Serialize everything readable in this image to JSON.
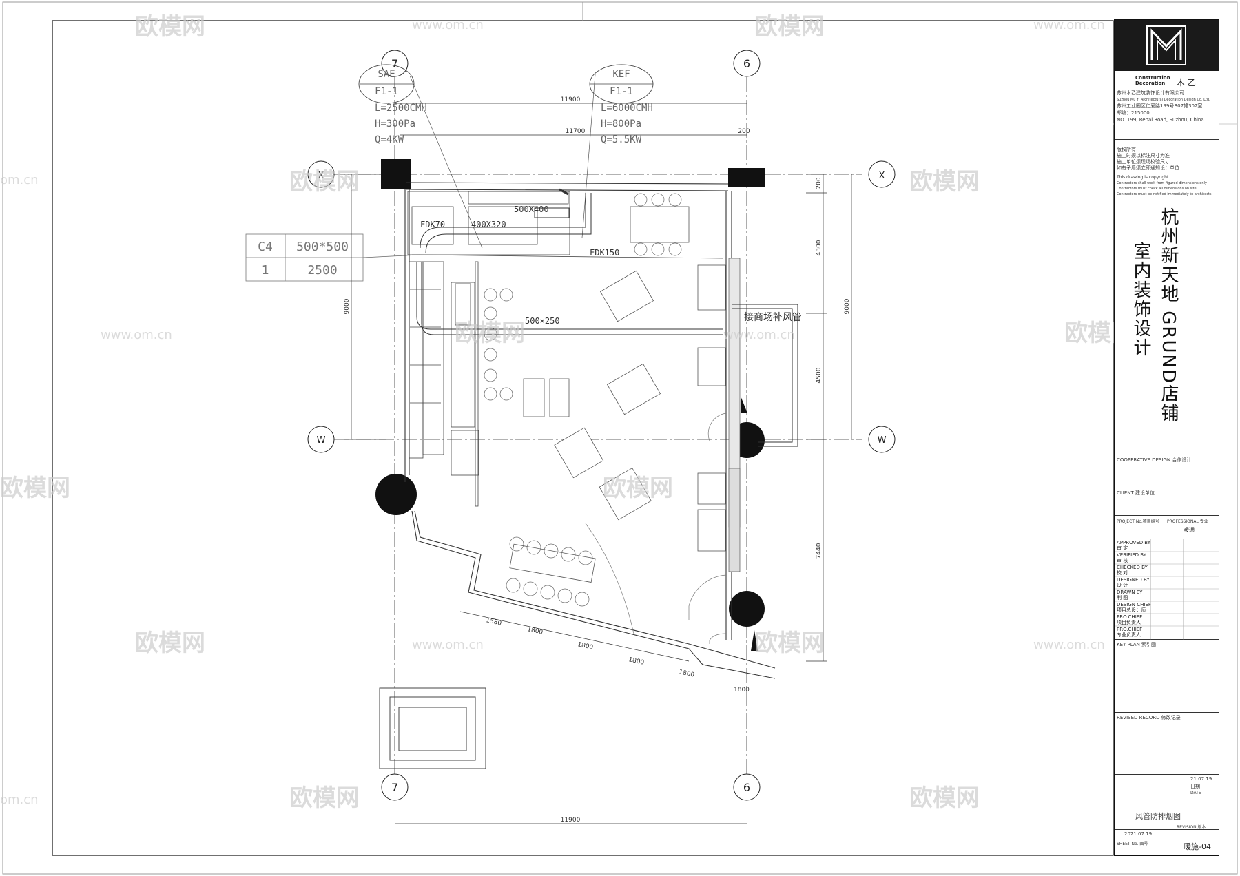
{
  "drawing": {
    "grid_labels": [
      "7",
      "6",
      "X",
      "W"
    ],
    "equipment": {
      "sae": {
        "tag": "SAE",
        "id": "F1-1",
        "flow": "L=2500CMH",
        "pressure": "H=300Pa",
        "power": "Q=4KW"
      },
      "kef": {
        "tag": "KEF",
        "id": "F1-1",
        "flow": "L=6000CMH",
        "pressure": "H=800Pa",
        "power": "Q=5.5KW"
      }
    },
    "legend_table": {
      "rows": [
        [
          "C4",
          "500*500"
        ],
        [
          "1",
          "2500"
        ]
      ]
    },
    "dimensions": {
      "top_11900": "11900",
      "top_11700": "11700",
      "top_200": "200",
      "left_9000": "9000",
      "right_9000": "9000",
      "right_200": "200",
      "right_4300": "4300",
      "right_4500": "4500",
      "right_7440": "7440",
      "bottom_11900": "11900",
      "diag_1": "1580",
      "diag_2": "1800",
      "diag_3": "1800",
      "diag_4": "1800",
      "diag_5": "1800",
      "diag_6": "1800"
    },
    "duct_labels": {
      "d1": "500X400",
      "d2": "FDK70",
      "d3": "400X320",
      "d4": "FDK150",
      "d5": "500×250",
      "d6": "接商场补风管"
    }
  },
  "title_block": {
    "brand_line1": "Construction",
    "brand_line2": "Decoration",
    "brand_cn": "木 乙",
    "company_cn": "苏州木乙建筑装饰设计有限公司",
    "company_en": "Suzhou Mu Yi Architectural Decoration Design Co.,Ltd.",
    "address_cn": "苏州工业园区仁爱路199号B07幢302室",
    "postcode": "邮编：215000",
    "address_en": "NO. 199, Renai  Road, Suzhou, China",
    "notes": [
      "版权所有",
      "施工时须以标注尺寸为准",
      "施工单位须现场校验尺寸",
      "如有矛盾须立即通知设计单位",
      "This drawing is copyright",
      "Contractors shall work from figured dimensions only",
      "Contractors must check all dimensions on site",
      "Contractors must be notified immediately to architects"
    ],
    "project_title_1": "杭州新天地 GRUND店铺",
    "project_title_2": "室内装饰设计",
    "cooperative": "COOPERATIVE DESIGN 合作设计",
    "client": "CLIENT 建设单位",
    "project_no": "PROJECT No.项目编号",
    "professional": "PROFESSIONAL 专业",
    "professional_value": "暖通",
    "roles": [
      "APPROVED BY",
      "审 定",
      "VERIFIED BY",
      "审 核",
      "CHECKED BY",
      "校 对",
      "DESIGNED BY",
      "设 计",
      "DRAWN BY",
      "制 图",
      "DESIGN CHIEF",
      "项目总设计师",
      "PRO.CHIEF",
      "项目负责人",
      "PRO.CHIEF",
      "专业负责人"
    ],
    "key_plan": "KEY PLAN 索引图",
    "revised": "REVISED RECORD 修改记录",
    "date_value": "21.07.19",
    "date_label": "日期",
    "date_en": "DATE",
    "drawing_title": "风管防排烟图",
    "date_row": "2021.07.19",
    "revision": "REVISION 版本",
    "sheet_no_label": "SHEET No. 图号",
    "sheet_no": "暖施-04"
  },
  "watermarks": {
    "logo": "欧模网",
    "url": "www.om.cn",
    "url_short": "om.cn"
  }
}
